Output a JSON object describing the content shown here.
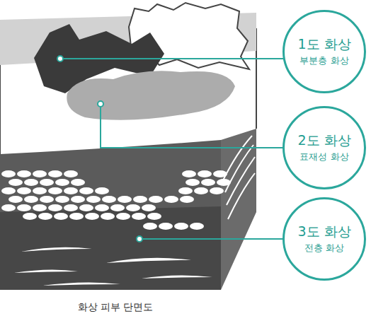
{
  "diagram": {
    "caption": "화상 피부 단면도",
    "nodes": [
      {
        "text": [
          "1도 화상",
          "부분층 화상"
        ]
      },
      {
        "text": [
          "2도 화상",
          "표재성 화상"
        ]
      },
      {
        "text": [
          "3도 화상",
          "전층 화상"
        ]
      }
    ]
  }
}
